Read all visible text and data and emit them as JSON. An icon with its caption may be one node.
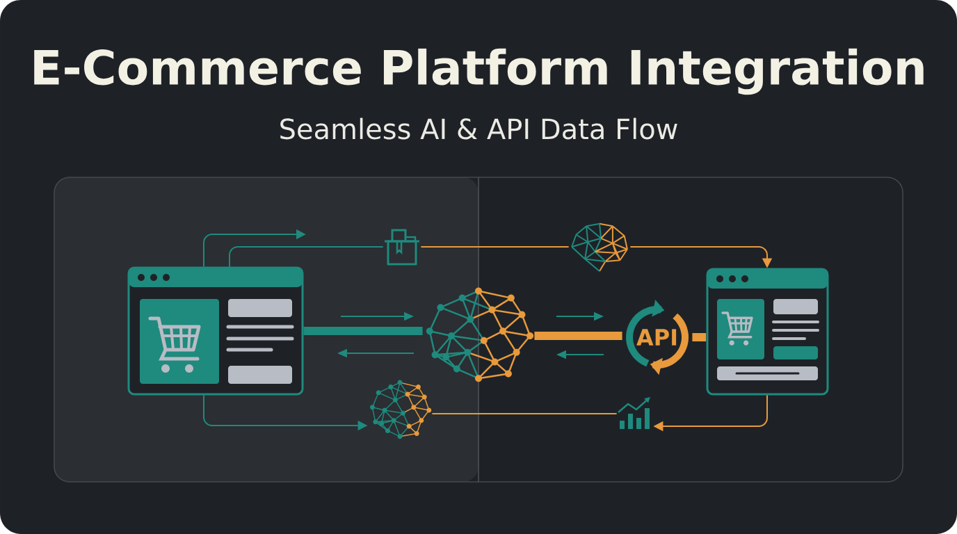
{
  "diagram": {
    "title": "E-Commerce Platform Integration",
    "caption": "Seamless AI & API Data Flow",
    "nodes": [
      {
        "text": [],
        "shape": "picture"
      },
      {
        "text": [],
        "shape": "picture"
      },
      {
        "text": [],
        "shape": "picture"
      },
      {
        "text": [],
        "shape": "picture"
      },
      {
        "text": [],
        "shape": "picture"
      },
      {
        "text": [
          "API"
        ]
      },
      {
        "text": [],
        "shape": "picture"
      },
      {
        "text": [],
        "shape": "picture"
      }
    ],
    "edges": [
      {
        "from": 0,
        "to": null,
        "arrow": "to",
        "color": "#1f8a7e"
      },
      {
        "from": 0,
        "to": 1,
        "arrow": "none",
        "color": "#1f8a7e"
      },
      {
        "from": 1,
        "to": 2,
        "arrow": "none"
      },
      {
        "from": 2,
        "to": 3,
        "arrow": "to"
      },
      {
        "from": 0,
        "to": 4,
        "arrow": "none",
        "style": "thick",
        "color": "#1f8a7e"
      },
      {
        "from": 4,
        "to": 5,
        "arrow": "none",
        "style": "thick"
      },
      {
        "from": 5,
        "to": 3,
        "arrow": "none",
        "style": "thick"
      },
      {
        "from": 3,
        "to": 7,
        "arrow": "to"
      },
      {
        "from": 7,
        "to": 6,
        "arrow": "none"
      },
      {
        "from": 0,
        "to": 6,
        "arrow": "to",
        "color": "#1f8a7e"
      }
    ]
  }
}
